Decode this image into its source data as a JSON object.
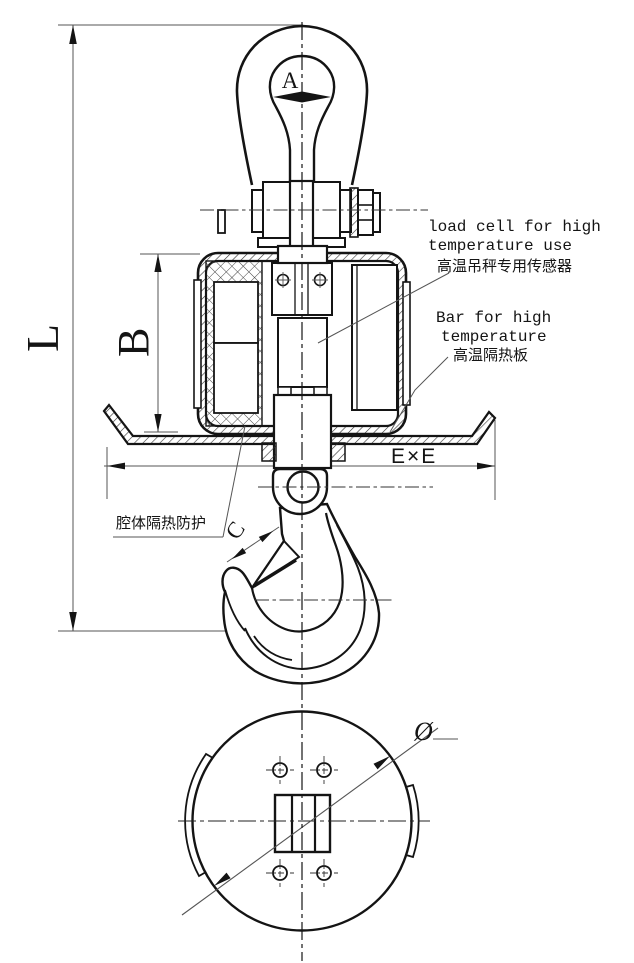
{
  "dims": {
    "overall_length": "L",
    "body_height": "B",
    "shackle_opening": "A",
    "hook_opening": "C",
    "plate_size": "E×E",
    "base_diameter": "Ø"
  },
  "callouts": {
    "load_cell_line1": "load cell for high",
    "load_cell_line2": "temperature use",
    "load_cell_cn": "高温吊秤专用传感器",
    "bar_line1": "Bar for high",
    "bar_line2": "temperature",
    "bar_cn": "高温隔热板",
    "cavity_cn": "腔体隔热防护"
  },
  "colors": {
    "line": "#141414",
    "dim": "#555555",
    "background": "#ffffff"
  }
}
